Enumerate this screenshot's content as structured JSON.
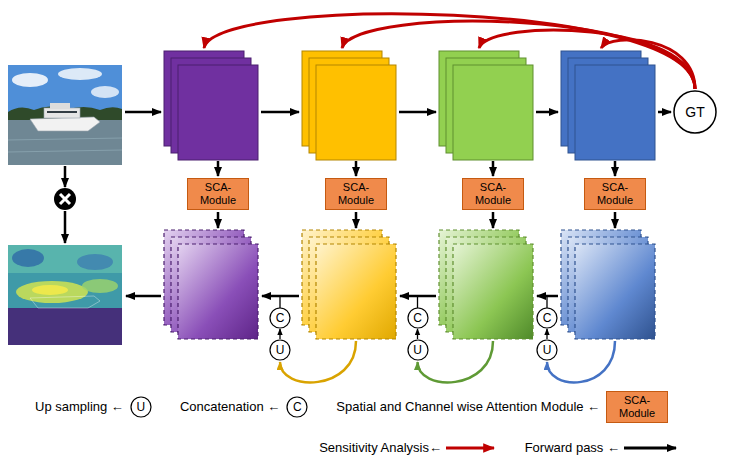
{
  "diagram": {
    "nodes": [
      {
        "text": [
          "GT"
        ]
      },
      {
        "text": [
          "SCA- Module"
        ]
      },
      {
        "text": [
          "SCA- Module"
        ]
      },
      {
        "text": [
          "SCA- Module"
        ]
      },
      {
        "text": [
          "SCA- Module"
        ]
      },
      {
        "text": [
          "C"
        ]
      },
      {
        "text": [
          "C"
        ]
      },
      {
        "text": [
          "C"
        ]
      },
      {
        "text": [
          "U"
        ]
      },
      {
        "text": [
          "U"
        ]
      },
      {
        "text": [
          "U"
        ]
      },
      {
        "text": [
          "U"
        ]
      },
      {
        "text": [
          "C"
        ]
      },
      {
        "text": [
          "SCA- Module"
        ]
      }
    ],
    "edges": [
      {
        "from": 8,
        "to": 5,
        "arrow": "to"
      },
      {
        "from": 9,
        "to": 6,
        "arrow": "to"
      },
      {
        "from": 10,
        "to": 7,
        "arrow": "to"
      }
    ],
    "legend": [
      {
        "text": "Up sampling ←"
      },
      {
        "text": "Concatenation ←"
      },
      {
        "text": "Spatial and Channel wise Attention Module ←"
      },
      {
        "text": "Sensitivity Analysis←"
      },
      {
        "text": "Forward pass ←"
      }
    ]
  }
}
